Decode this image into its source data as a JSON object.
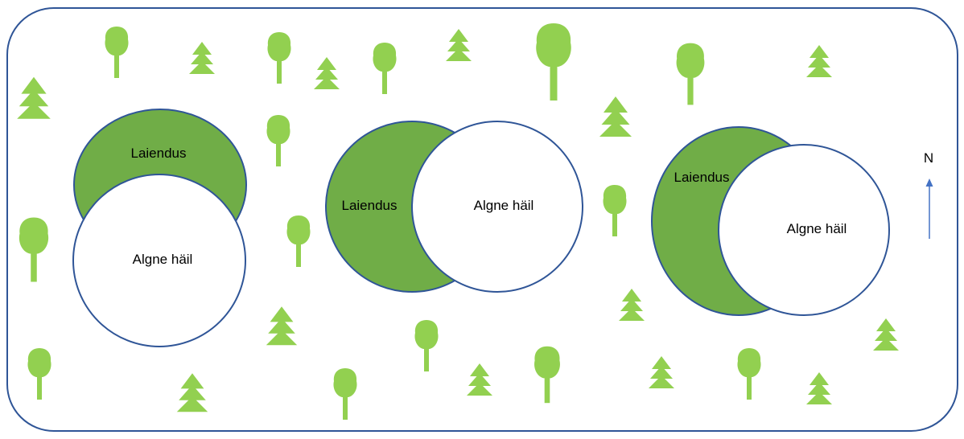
{
  "colors": {
    "border": "#2f5597",
    "extension_fill": "#70ad47",
    "tree": "#92d050",
    "original_fill": "#ffffff",
    "arrow": "#4472c4"
  },
  "compass": {
    "label": "N"
  },
  "gaps": [
    {
      "extension_label": "Laiendus",
      "original_label": "Algne häil",
      "extension_side": "north"
    },
    {
      "extension_label": "Laiendus",
      "original_label": "Algne häil",
      "extension_side": "west"
    },
    {
      "extension_label": "Laiendus",
      "original_label": "Algne häil",
      "extension_side": "west"
    }
  ],
  "icons": {
    "broadleaf_tree": "deciduous-tree-icon",
    "conifer_tree": "conifer-tree-icon",
    "arrow": "north-arrow-icon"
  }
}
